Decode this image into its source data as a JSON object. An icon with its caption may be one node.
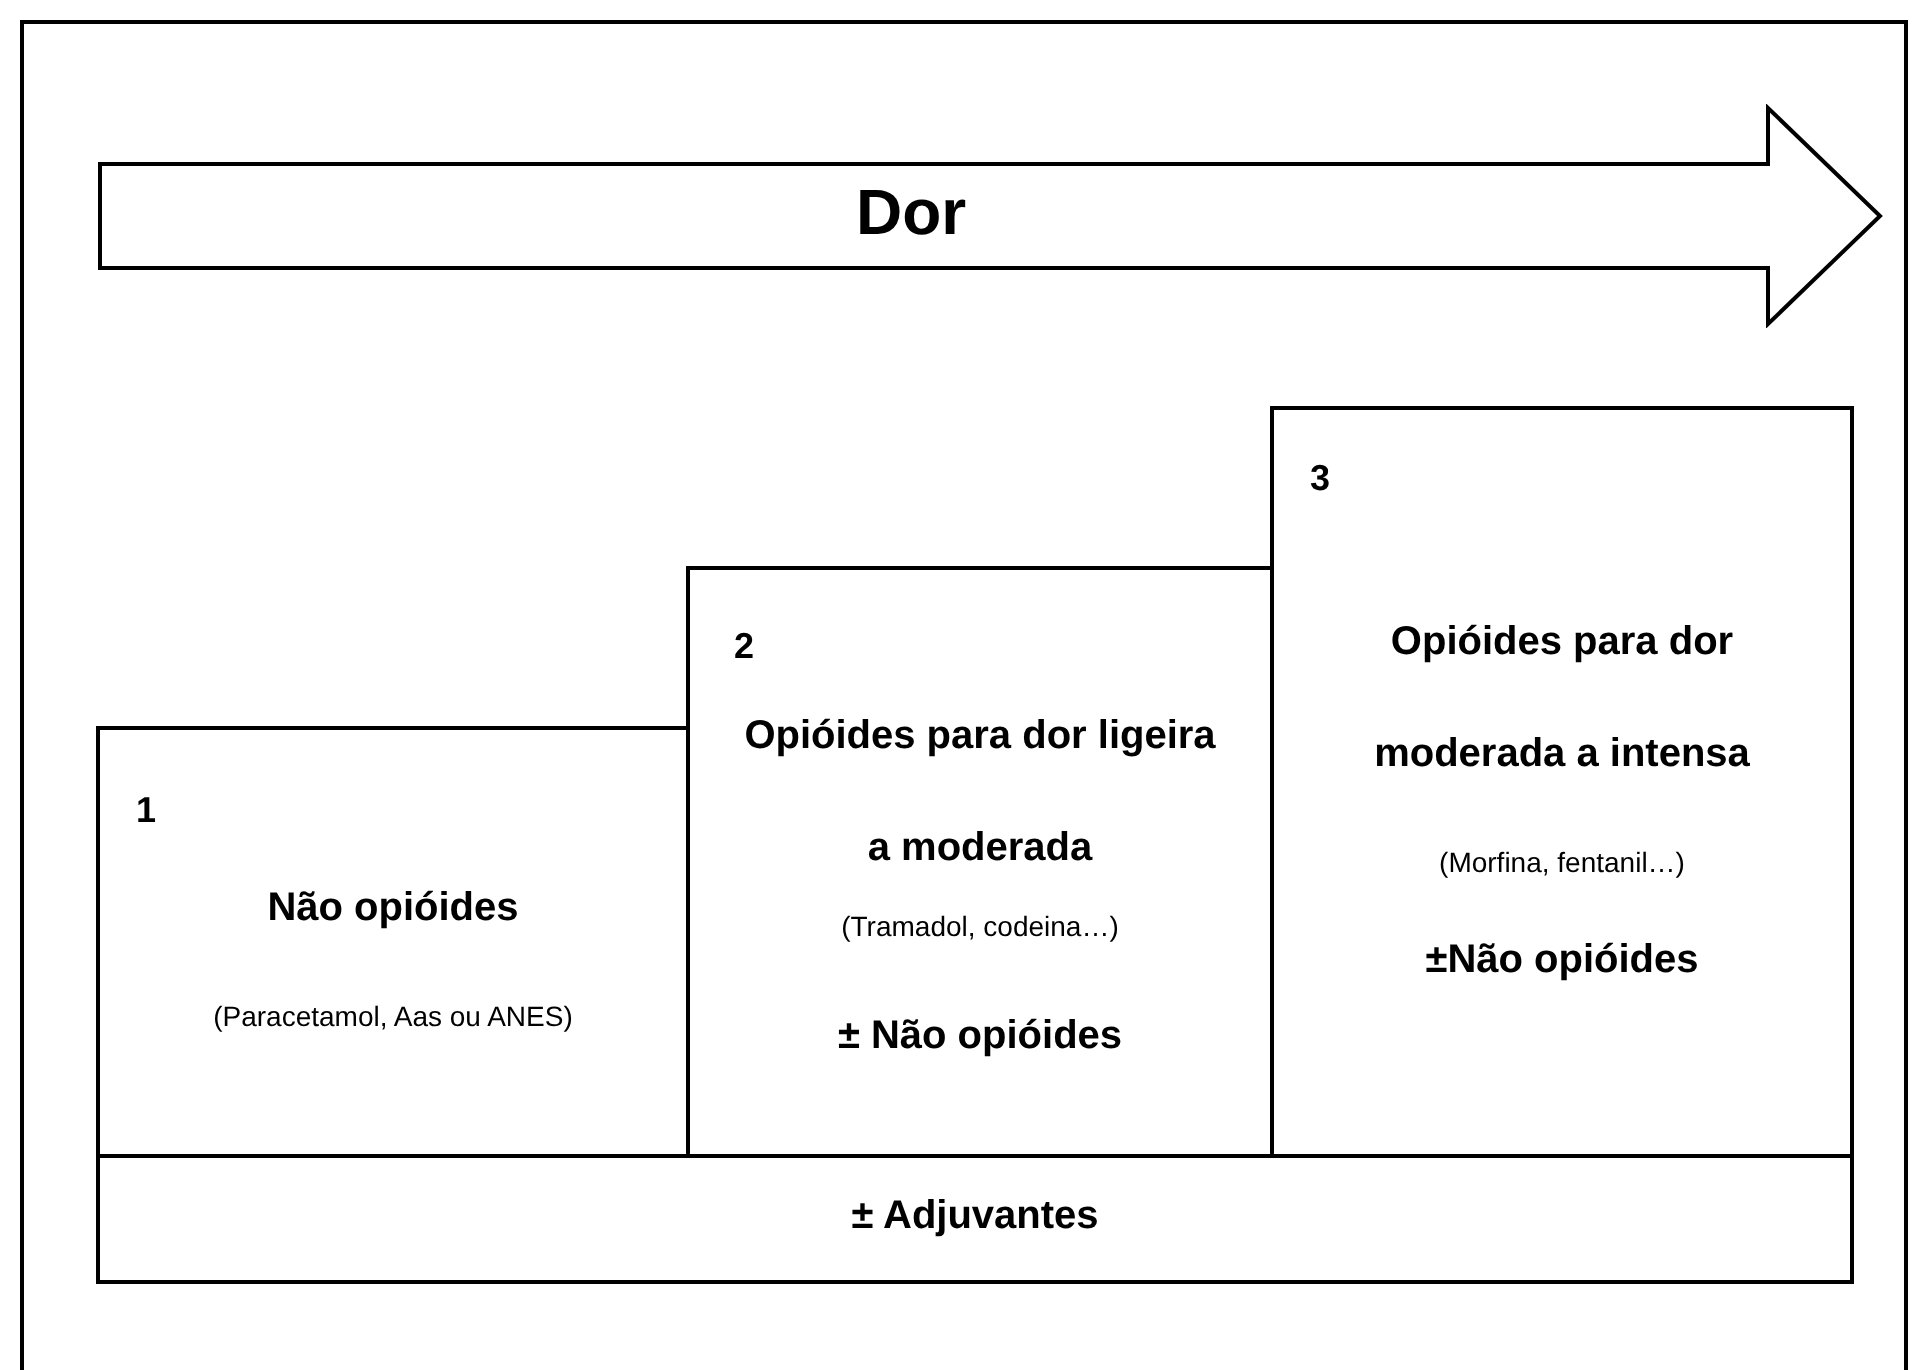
{
  "diagram": {
    "nodes": [
      {
        "text": [
          "Dor"
        ]
      },
      {
        "text": [
          "1",
          "Não opióides",
          "(Paracetamol, Aas ou ANES)"
        ]
      },
      {
        "text": [
          "2",
          "Opióides para dor ligeira a moderada",
          "(Tramadol, codeina…)",
          "± Não opióides"
        ]
      },
      {
        "text": [
          "3",
          "Opióides para dor moderada a intensa",
          "(Morfina, fentanil…)",
          "±Não opióides"
        ]
      },
      {
        "text": [
          "± Adjuvantes"
        ]
      }
    ],
    "edges": []
  }
}
